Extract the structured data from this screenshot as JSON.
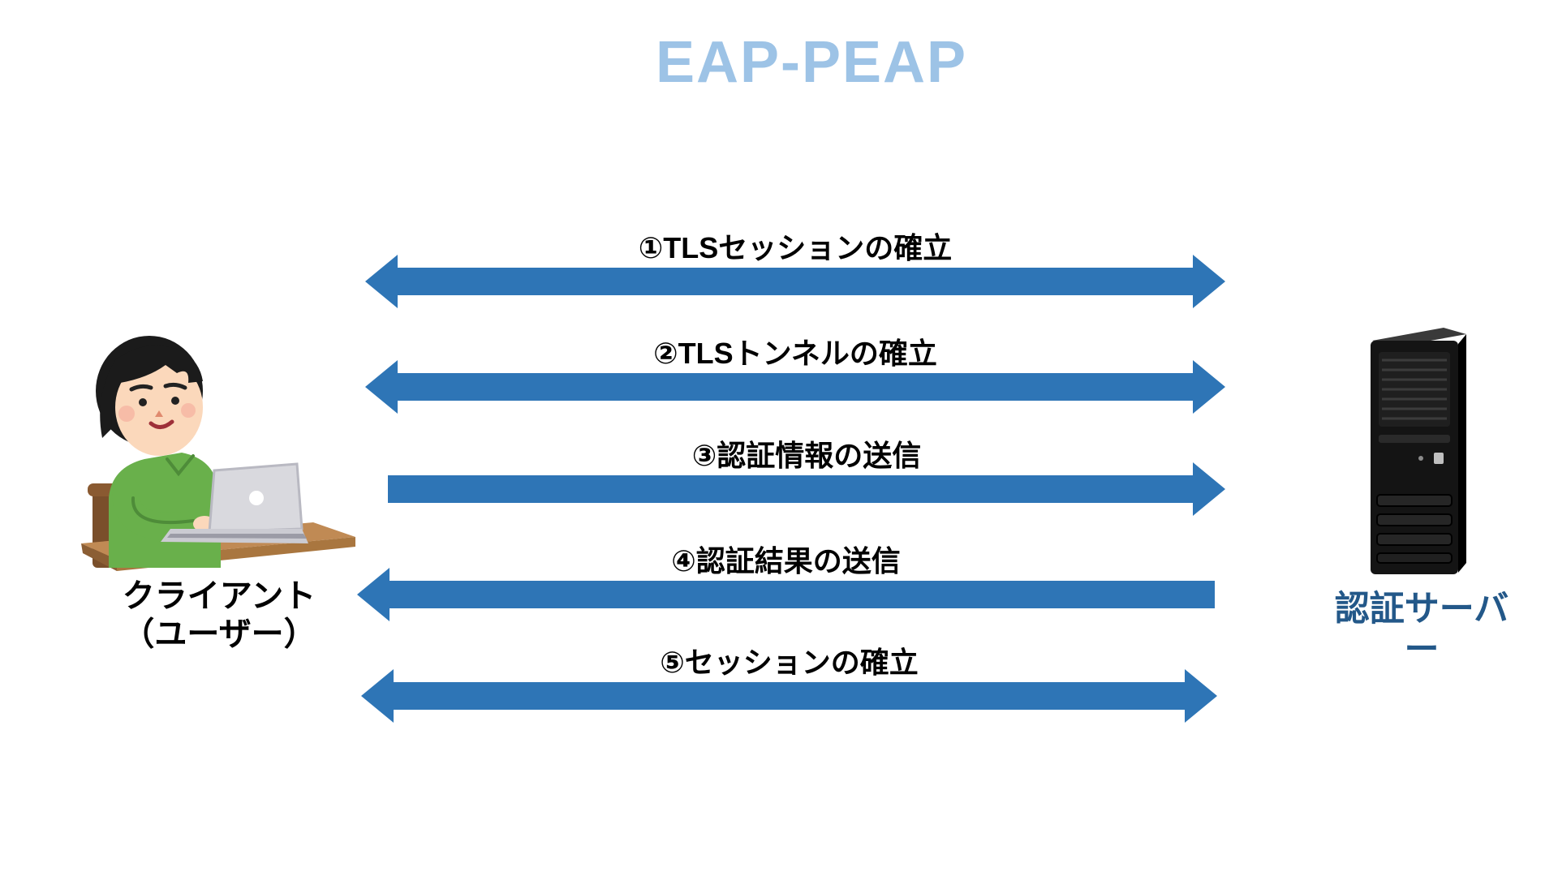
{
  "title": "EAP-PEAP",
  "client": {
    "line1": "クライアント",
    "line2": "（ユーザー）"
  },
  "server": {
    "label": "認証サーバー"
  },
  "messages": [
    {
      "step": 1,
      "label": "①TLSセッションの確立",
      "direction": "bidirectional"
    },
    {
      "step": 2,
      "label": "②TLSトンネルの確立",
      "direction": "bidirectional"
    },
    {
      "step": 3,
      "label": "③認証情報の送信",
      "direction": "client-to-server"
    },
    {
      "step": 4,
      "label": "④認証結果の送信",
      "direction": "server-to-client"
    },
    {
      "step": 5,
      "label": "⑤セッションの確立",
      "direction": "bidirectional"
    }
  ],
  "colors": {
    "arrow": "#2E75B6",
    "title": "#9DC3E6",
    "server_label": "#235889",
    "message_text": "#000000"
  }
}
